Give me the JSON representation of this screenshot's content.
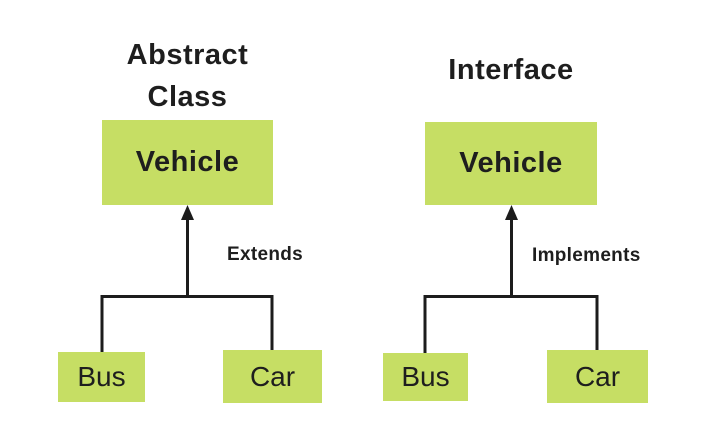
{
  "diagram": {
    "left_panel": {
      "title": "Abstract\nClass",
      "parent_node": "Vehicle",
      "relation_label": "Extends",
      "child_nodes": [
        "Bus",
        "Car"
      ]
    },
    "right_panel": {
      "title": "Interface",
      "parent_node": "Vehicle",
      "relation_label": "Implements",
      "child_nodes": [
        "Bus",
        "Car"
      ]
    },
    "colors": {
      "node_fill": "#c6de64",
      "line": "#1c1c1c",
      "text": "#1e1e1e",
      "background": "#ffffff"
    }
  }
}
